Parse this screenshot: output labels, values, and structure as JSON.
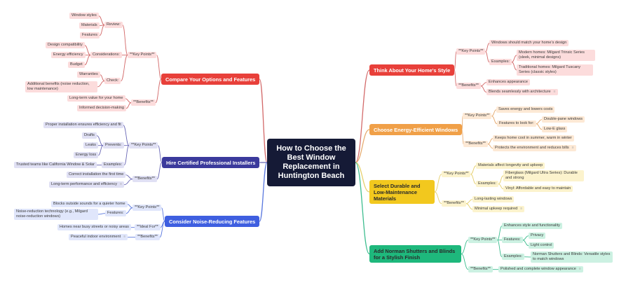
{
  "title": "How to Choose the Best Window Replacement in Huntington Beach",
  "compare": {
    "label": "Compare Your Options and Features",
    "key_points": "**Key Points**",
    "review": "Review:",
    "review_items": [
      "Window styles",
      "Materials",
      "Features"
    ],
    "considerations": "Considerations:",
    "considerations_items": [
      "Design compatibility",
      "Energy efficiency",
      "Budget"
    ],
    "check": "Check:",
    "check_items": [
      "Warranties",
      "Additional benefits (noise reduction, low maintenance)"
    ],
    "benefits": "**Benefits**",
    "benefits_items": [
      "Long-term value for your home",
      "Informed decision-making"
    ]
  },
  "hire": {
    "label": "Hire Certified Professional Installers",
    "key_points": "**Key Points**",
    "proper": "Proper installation ensures efficiency and fit",
    "prevents": "Prevents:",
    "prevents_items": [
      "Drafts",
      "Leaks",
      "Energy loss"
    ],
    "examples": "Examples:",
    "examples_items": [
      "Trusted teams like California Window & Solar"
    ],
    "benefits": "**Benefits**",
    "benefits_items": [
      "Correct installation the first time",
      "Long-term performance and efficiency"
    ]
  },
  "noise": {
    "label": "Consider Noise-Reducing Features",
    "key_points": "**Key Points**",
    "blocks": "Blocks outside sounds for a quieter home",
    "features": "Features:",
    "features_items": [
      "Noise-reduction technology (e.g., Milgard noise-reduction windows)"
    ],
    "ideal_for": "**Ideal For**",
    "ideal_items": [
      "Homes near busy streets or noisy areas"
    ],
    "benefits": "**Benefits**",
    "benefits_items": [
      "Peaceful indoor environment"
    ]
  },
  "style": {
    "label": "Think About Your Home's Style",
    "key_points": "**Key Points**",
    "match": "Windows should match your home's design",
    "examples": "Examples:",
    "examples_items": [
      "Modern homes: Milgard Trinsic Series (sleek, minimal designs)",
      "Traditional homes: Milgard Tuscany Series (classic styles)"
    ],
    "benefits": "**Benefits**",
    "benefits_items": [
      "Enhances appearance",
      "Blends seamlessly with architecture"
    ]
  },
  "energy": {
    "label": "Choose Energy-Efficient Windows",
    "key_points": "**Key Points**",
    "saves": "Saves energy and lowers costs",
    "features": "Features to look for:",
    "features_items": [
      "Double-pane windows",
      "Low-E glass"
    ],
    "benefits": "**Benefits**",
    "benefits_items": [
      "Keeps home cool in summer, warm in winter",
      "Protects the environment and reduces bills"
    ]
  },
  "durable": {
    "label": "Select Durable and Low-Maintenance Materials",
    "key_points": "**Key Points**",
    "affect": "Materials affect longevity and upkeep",
    "examples": "Examples:",
    "examples_items": [
      "Fiberglass (Milgard Ultra Series): Durable and strong",
      "Vinyl: Affordable and easy to maintain"
    ],
    "benefits": "**Benefits**",
    "benefits_items": [
      "Long-lasting windows",
      "Minimal upkeep required"
    ]
  },
  "norman": {
    "label": "Add Norman Shutters and Blinds for a Stylish Finish",
    "key_points": "**Key Points**",
    "enhances": "Enhances style and functionality",
    "features": "Features:",
    "features_items": [
      "Privacy",
      "Light control"
    ],
    "examples": "Examples:",
    "examples_items": [
      "Norman Shutters and Blinds: Versatile styles to match windows"
    ],
    "benefits": "**Benefits**",
    "benefits_items": [
      "Polished and complete window appearance"
    ]
  },
  "colors": {
    "compare": "#e8403a",
    "hire": "#3b3a9c",
    "noise": "#3f5fe0",
    "style": "#e8403a",
    "energy": "#f0a048",
    "durable": "#f2c81e",
    "norman": "#1eb87c"
  }
}
